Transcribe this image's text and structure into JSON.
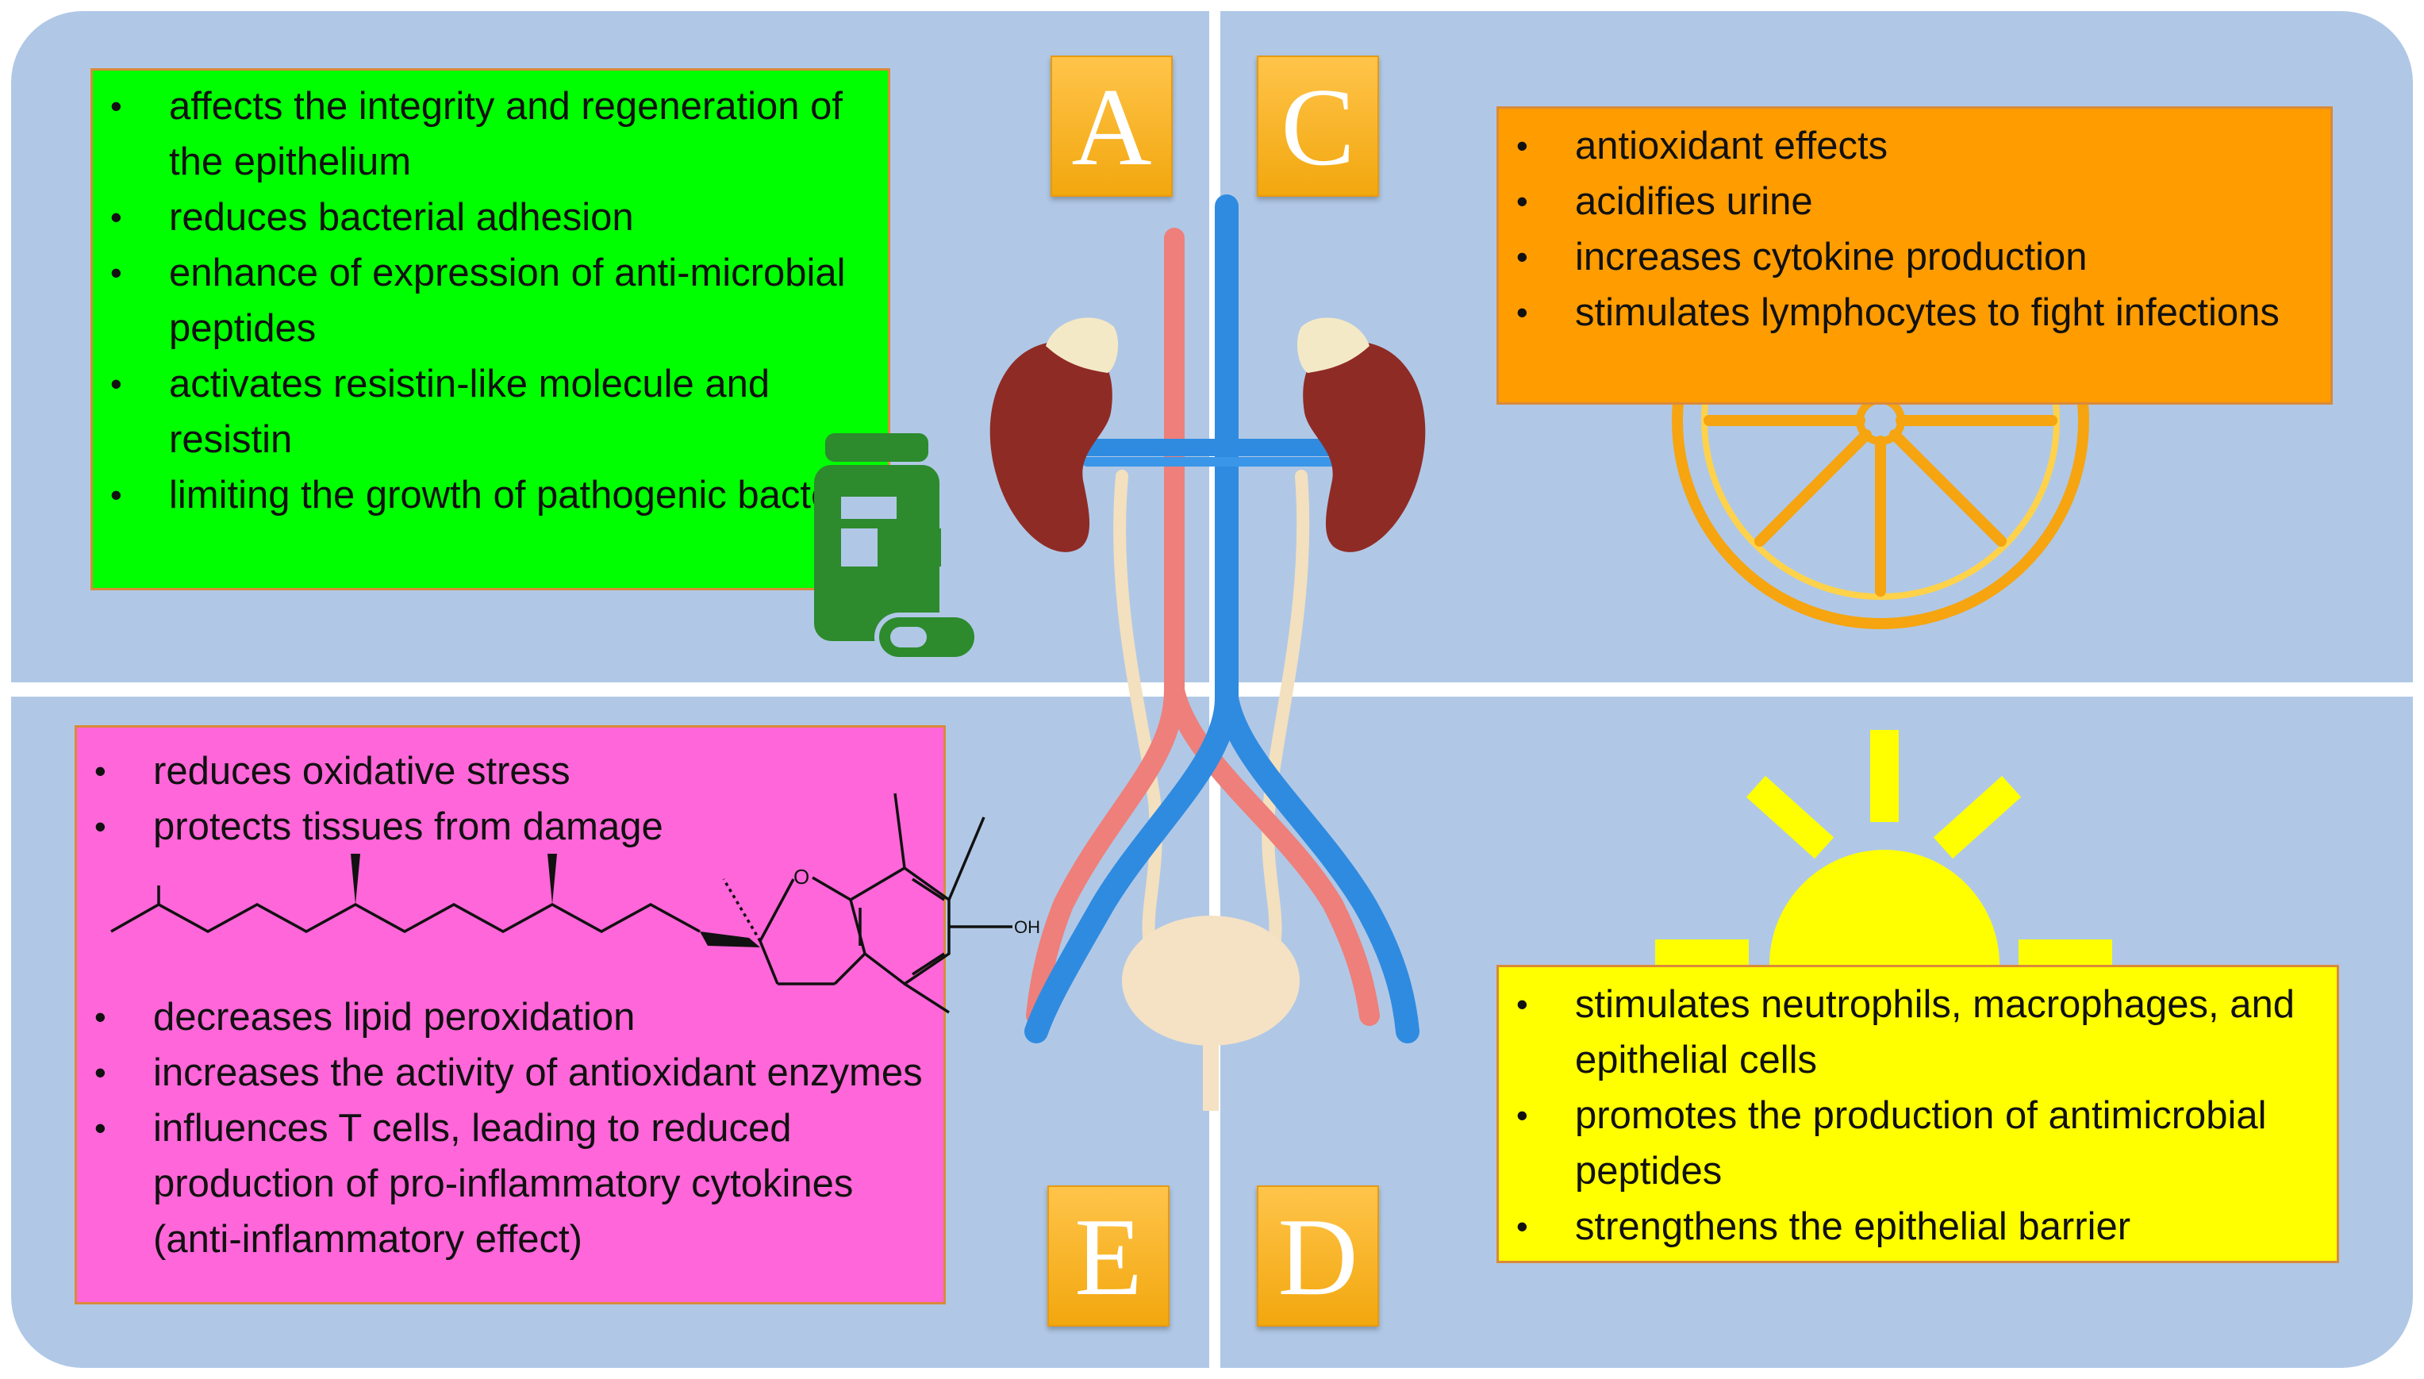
{
  "panels": {
    "a": {
      "letter": "A",
      "items": [
        "affects the integrity and regeneration of the epithelium",
        "reduces bacterial adhesion",
        "enhance of expression of anti-microbial peptides",
        "activates resistin-like molecule and resistin",
        "limiting the growth of pathogenic bacteria"
      ],
      "color": "#00ff00"
    },
    "c": {
      "letter": "C",
      "items": [
        "antioxidant effects",
        "acidifies urine",
        "increases cytokine production",
        "stimulates lymphocytes to fight infections"
      ],
      "color": "#ff9c00"
    },
    "d": {
      "letter": "D",
      "items": [
        "stimulates neutrophils, macrophages, and epithelial cells",
        "promotes the production of antimicrobial peptides",
        "strengthens the epithelial barrier"
      ],
      "color": "#ffff00"
    },
    "e": {
      "letter": "E",
      "items_top": [
        "reduces oxidative stress",
        "protects tissues from damage"
      ],
      "items_bottom": [
        "decreases lipid peroxidation",
        "increases the activity of antioxidant enzymes",
        "influences T cells, leading to reduced production of pro-inflammatory cytokines (anti-inflammatory effect)"
      ],
      "molecule_label": "OH",
      "color": "#ff66d9"
    }
  },
  "icons": {
    "panel_a": "medicine-bottle-icon",
    "panel_c": "orange-slice-icon",
    "panel_d": "sun-icon",
    "center": "urinary-system-illustration",
    "panel_e": "tocopherol-structure"
  },
  "colors": {
    "background": "#b0c8e6",
    "letter_tile": "#f7b21e"
  }
}
